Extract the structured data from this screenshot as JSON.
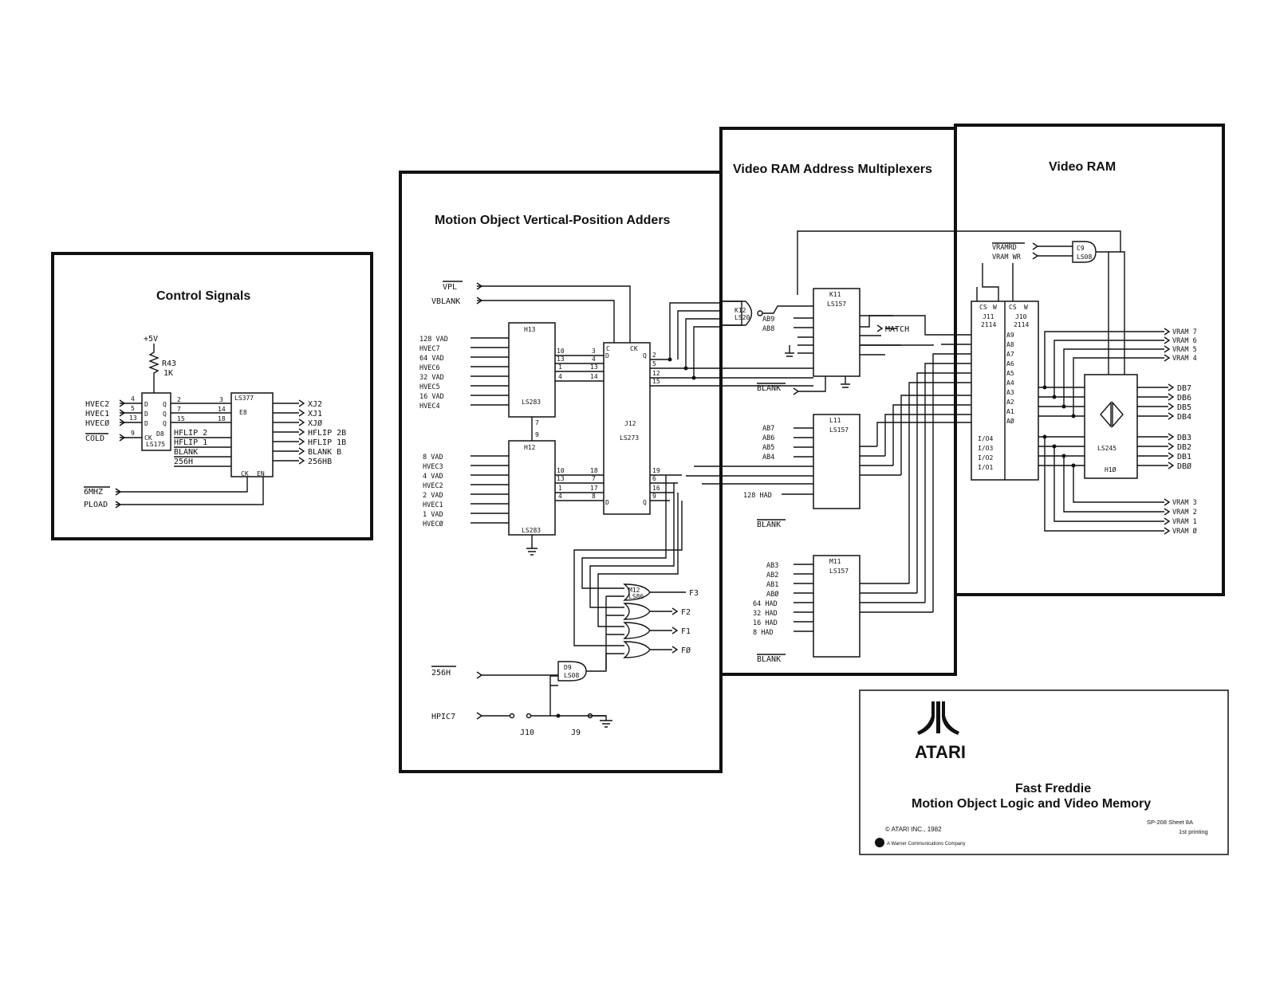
{
  "panels": {
    "control": {
      "title": "Control Signals"
    },
    "adders": {
      "title": "Motion Object Vertical-Position Adders"
    },
    "mux": {
      "title": "Video RAM Address Multiplexers"
    },
    "vram": {
      "title": "Video RAM"
    }
  },
  "control": {
    "supply": "+5V",
    "resistor": {
      "ref": "R43",
      "value": "1K"
    },
    "d8": {
      "ref": "D8",
      "type": "LS175"
    },
    "e8": {
      "ref": "E8",
      "type": "LS377"
    },
    "inputs": [
      "HVEC2",
      "HVEC1",
      "HVECØ",
      "COLD"
    ],
    "e8_inputs": [
      "HFLIP 2",
      "HFLIP 1",
      "BLANK",
      "256H"
    ],
    "outputs": [
      "XJ2",
      "XJ1",
      "XJØ",
      "HFLIP 2B",
      "HFLIP 1B",
      "BLANK B",
      "256HB"
    ],
    "clocks": [
      "6MHZ",
      "PLOAD"
    ]
  },
  "adders": {
    "vpl": "VPL",
    "vblank": "VBLANK",
    "h13": {
      "ref": "H13",
      "type": "LS283"
    },
    "h12": {
      "ref": "H12",
      "type": "LS283"
    },
    "j12": {
      "ref": "J12",
      "type": "LS273"
    },
    "h13_inputs": [
      "128 VAD",
      "HVEC7",
      "64 VAD",
      "HVEC6",
      "32 VAD",
      "HVEC5",
      "16 VAD",
      "HVEC4"
    ],
    "h12_inputs": [
      "8 VAD",
      "HVEC3",
      "4 VAD",
      "HVEC2",
      "2 VAD",
      "HVEC1",
      "1 VAD",
      "HVECØ"
    ],
    "xor": {
      "ref": "M12",
      "type": "LS86"
    },
    "xor_outputs": [
      "F3",
      "F2",
      "F1",
      "FØ"
    ],
    "d9": {
      "ref": "D9",
      "type": "LS08"
    },
    "h256": "256H",
    "hpic7": "HPIC7",
    "jumpers": [
      "J10",
      "J9"
    ]
  },
  "mux": {
    "k12": {
      "ref": "K12",
      "type": "LS20"
    },
    "k11": {
      "ref": "K11",
      "type": "LS157"
    },
    "l11": {
      "ref": "L11",
      "type": "LS157"
    },
    "m11": {
      "ref": "M11",
      "type": "LS157"
    },
    "k11_inputs": [
      "AB9",
      "AB8"
    ],
    "match": "MATCH",
    "blank": "BLANK",
    "l11_inputs": [
      "AB7",
      "AB6",
      "AB5",
      "AB4"
    ],
    "had128": "128 HAD",
    "m11_inputs": [
      "AB3",
      "AB2",
      "AB1",
      "ABØ",
      "64 HAD",
      "32 HAD",
      "16 HAD",
      "8 HAD"
    ]
  },
  "vram": {
    "vramrd": "VRAMRD",
    "vramwr": "VRAM WR",
    "c9": {
      "ref": "C9",
      "type": "LS08"
    },
    "j11": {
      "ref": "J11",
      "type": "2114"
    },
    "j10": {
      "ref": "J10",
      "type": "2114"
    },
    "h10": {
      "ref": "H1Ø",
      "type": "LS245"
    },
    "vram_hi": [
      "VRAM 7",
      "VRAM 6",
      "VRAM 5",
      "VRAM 4"
    ],
    "db_hi": [
      "DB7",
      "DB6",
      "DB5",
      "DB4"
    ],
    "db_lo": [
      "DB3",
      "DB2",
      "DB1",
      "DBØ"
    ],
    "vram_lo": [
      "VRAM 3",
      "VRAM 2",
      "VRAM 1",
      "VRAM Ø"
    ],
    "addr_pins": [
      "A9",
      "A8",
      "A7",
      "A6",
      "A5",
      "A4",
      "A3",
      "A2",
      "A1",
      "AØ"
    ],
    "io_pins": [
      "I/O4",
      "I/O3",
      "I/O2",
      "I/O1"
    ]
  },
  "titleblock": {
    "logo": "ATARI",
    "game": "Fast Freddie",
    "subtitle": "Motion Object Logic and Video Memory",
    "copyright": "© ATARI INC., 1982",
    "warner": "A Warner Communications Company",
    "sheet": "SP-208   Sheet 8A",
    "printing": "1st printing"
  }
}
